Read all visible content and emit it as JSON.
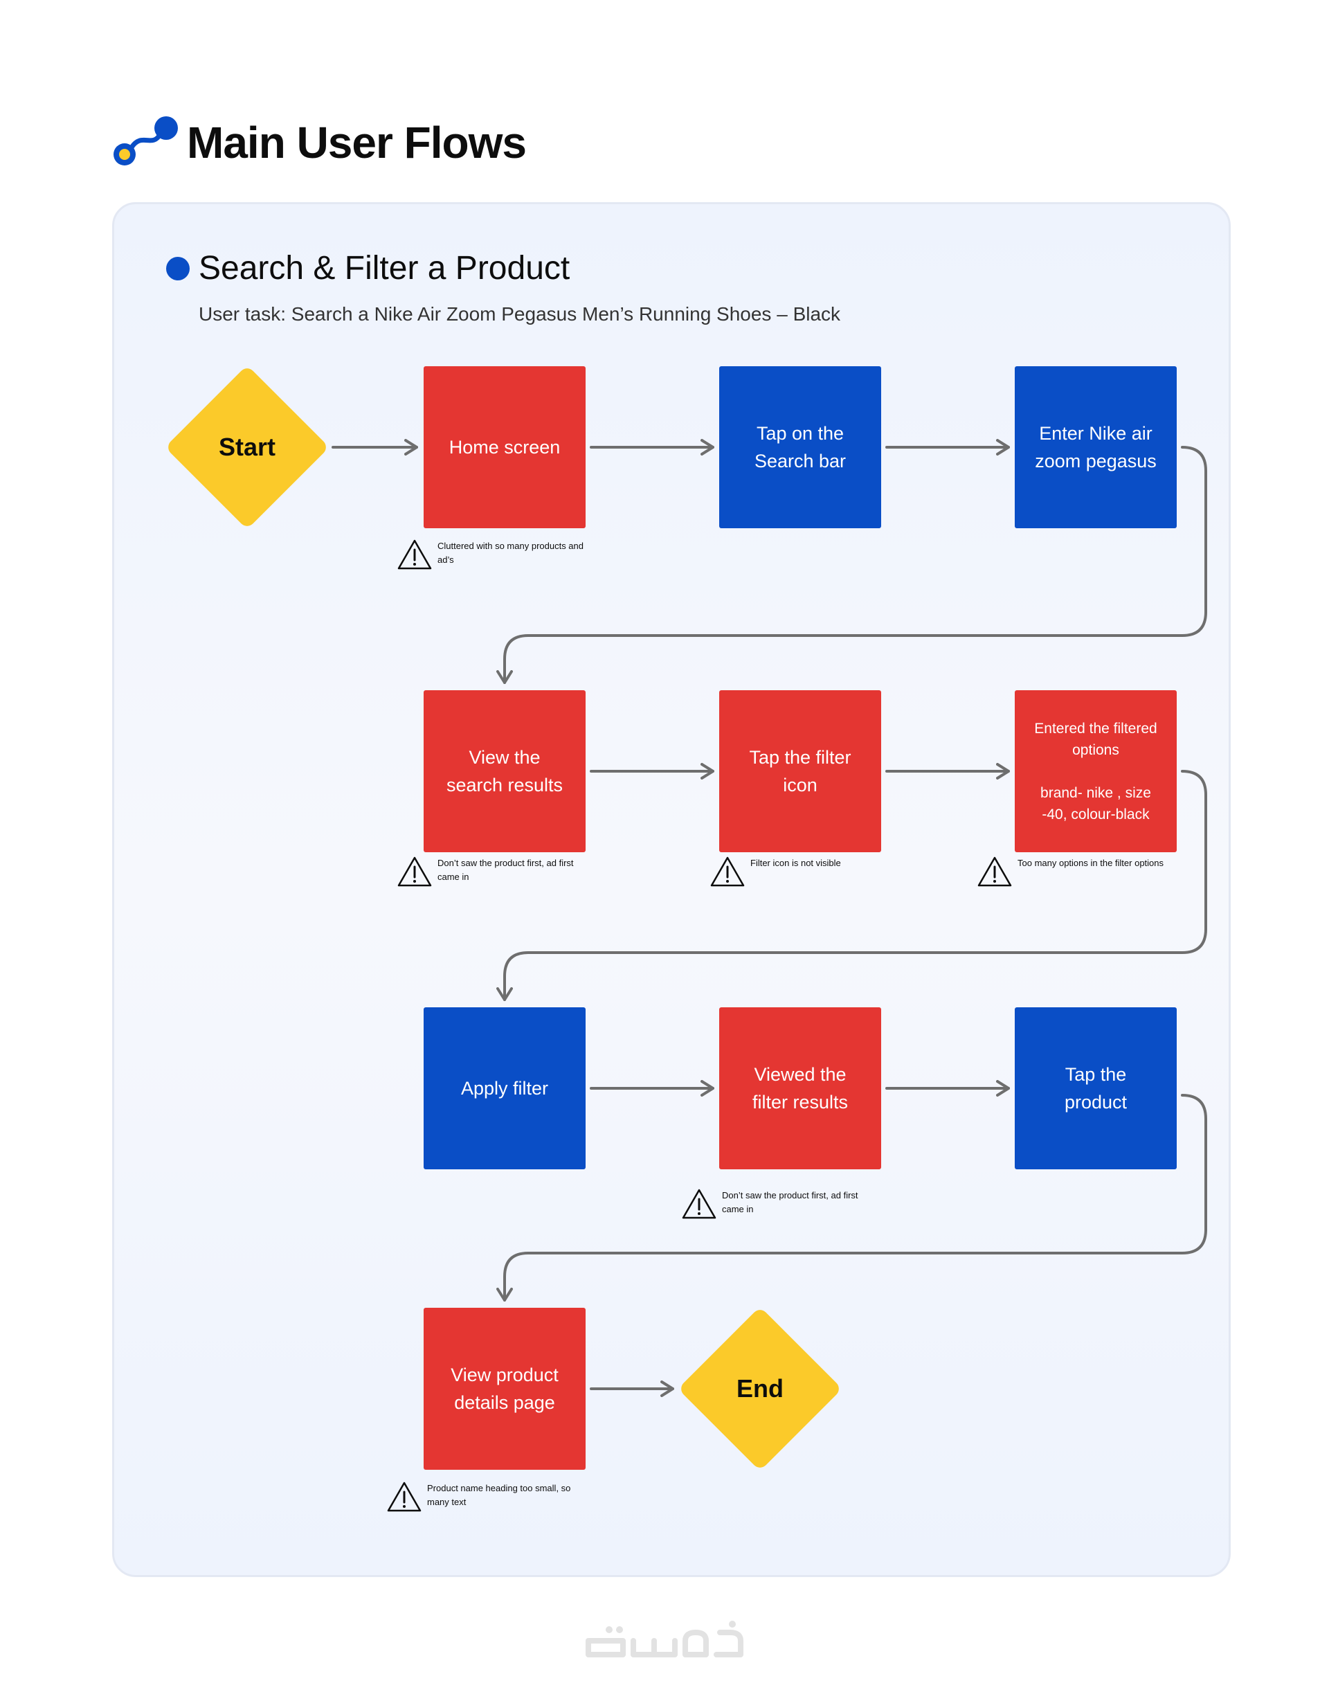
{
  "header": {
    "title": "Main User Flows",
    "logo_icon": "flow-path-icon"
  },
  "flow": {
    "title": "Search & Filter a Product",
    "subtitle": "User task: Search a Nike Air Zoom Pegasus  Men’s Running Shoes – Black"
  },
  "colors": {
    "pain_step": "#e43632",
    "ok_step": "#0a4ec6",
    "terminal": "#fbca2a",
    "connector": "#6e6e6e"
  },
  "nodes": {
    "start": "Start",
    "home_screen": "Home screen",
    "tap_search": "Tap on the\nSearch bar",
    "enter_query": "Enter Nike air\nzoom pegasus",
    "view_results": "View the\nsearch results",
    "tap_filter": "Tap the filter\nicon",
    "entered_filters": "Entered the filtered\noptions\n\nbrand- nike , size\n-40, colour-black",
    "apply_filter": "Apply filter",
    "viewed_filter_results": "Viewed the\nfilter results",
    "tap_product": "Tap the\nproduct",
    "view_details": "View product\ndetails page",
    "end": "End"
  },
  "warnings": {
    "home_screen": "Cluttered with so many products and ad’s",
    "view_results": "Don’t saw the product first, ad first came in",
    "tap_filter": "Filter icon is not visible",
    "entered_filters": "Too many options in the filter options",
    "viewed_filter_results": "Don’t saw the product first, ad first came in",
    "view_details": "Product name heading too small, so many text"
  },
  "watermark": "خمسات"
}
